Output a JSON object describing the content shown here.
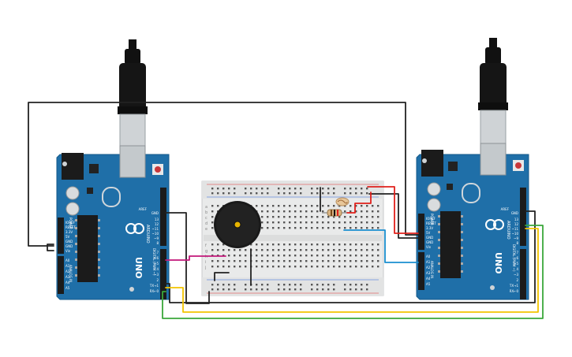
{
  "boards": [
    {
      "id": "left",
      "brand": "ARDUINO",
      "model": "UNO",
      "power_label": "POWER",
      "analog_label": "ANALOG IN",
      "digital_label": "DIGITAL (PWM ~)",
      "power_pins": [
        "IOREF",
        "RESET",
        "3.3V",
        "5V",
        "GND",
        "GND",
        "Vin"
      ],
      "analog_pins": [
        "A0",
        "A1",
        "A2",
        "A3",
        "A4",
        "A5"
      ],
      "digital_pins_top": [
        "AREF",
        "GND",
        "13",
        "12",
        "~11",
        "~10",
        "~9",
        "8"
      ],
      "digital_pins_bottom": [
        "7",
        "~6",
        "~5",
        "4",
        "~3",
        "2",
        "TX→1",
        "RX←0"
      ]
    },
    {
      "id": "right",
      "brand": "ARDUINO",
      "model": "UNO",
      "power_label": "POWER",
      "analog_label": "ANALOG IN",
      "digital_label": "DIGITAL (PWM ~)",
      "power_pins": [
        "IOREF",
        "RESET",
        "3.3V",
        "5V",
        "GND",
        "GND",
        "Vin"
      ],
      "analog_pins": [
        "A0",
        "A1",
        "A2",
        "A3",
        "A4",
        "A5"
      ],
      "digital_pins_top": [
        "AREF",
        "GND",
        "13",
        "12",
        "~11",
        "~10",
        "~9",
        "8"
      ],
      "digital_pins_bottom": [
        "7",
        "~6",
        "~5",
        "4",
        "~3",
        "2",
        "TX→1",
        "RX←0"
      ]
    }
  ],
  "breadboard": {
    "row_labels": [
      "a",
      "b",
      "c",
      "d",
      "e",
      "f",
      "g",
      "h",
      "i",
      "j"
    ]
  },
  "components": [
    "usb-cable",
    "arduino-uno",
    "breadboard",
    "piezo-buzzer",
    "photoresistor",
    "resistor"
  ],
  "colors": {
    "board_blue": "#1f6fa8",
    "wire_black": "#222222",
    "wire_red": "#e0201b",
    "wire_magenta": "#c2187a",
    "wire_blue": "#1a8fd0",
    "wire_yellow": "#f2c400",
    "wire_green": "#3aa83a"
  }
}
